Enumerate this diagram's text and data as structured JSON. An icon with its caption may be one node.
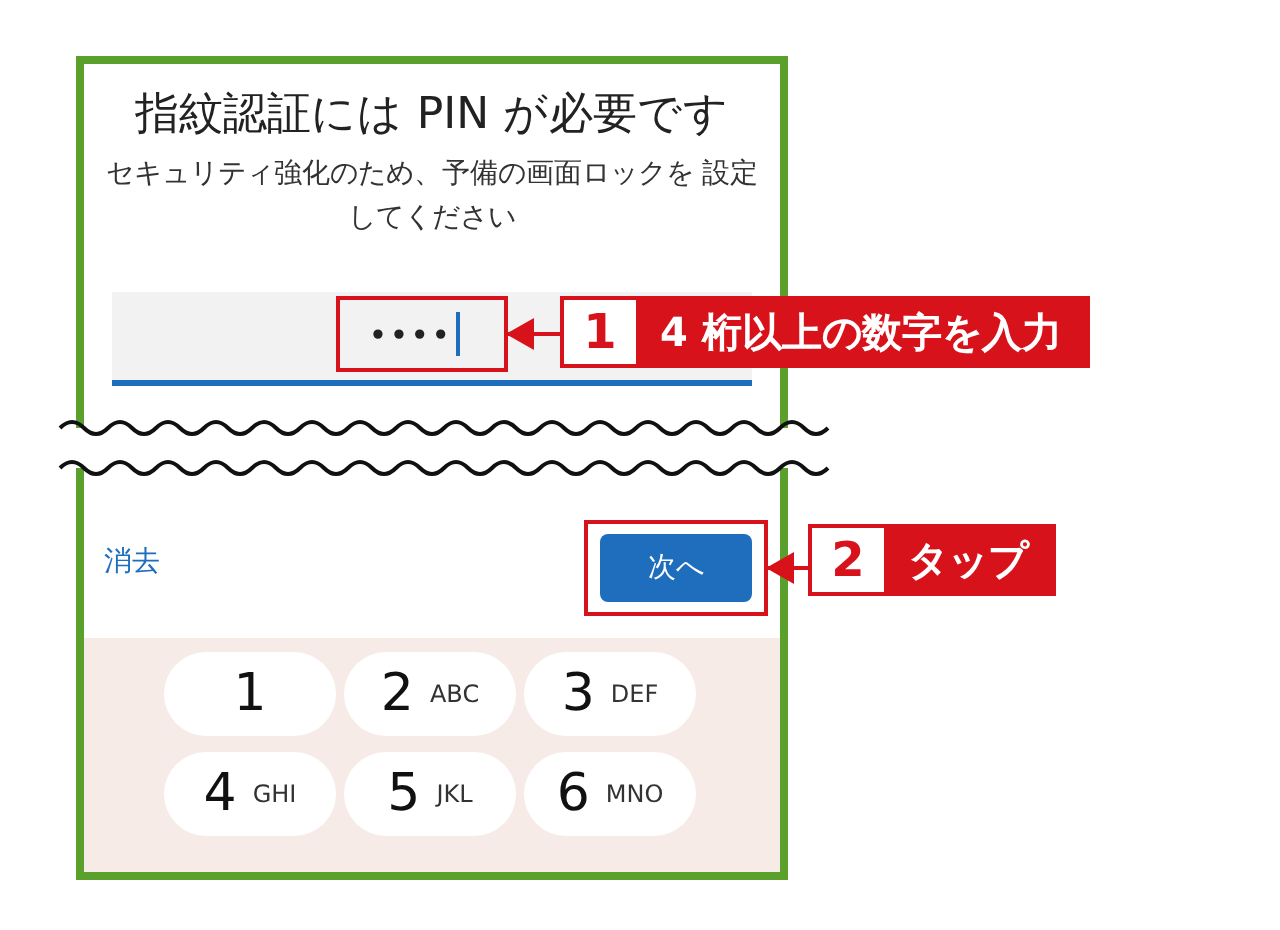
{
  "diagram": {
    "nodes": [
      {
        "text": [
          "••••"
        ]
      },
      {
        "text": [
          "1",
          "4 桁以上の数字を入力"
        ]
      },
      {
        "text": [
          "次へ"
        ]
      },
      {
        "text": [
          "2",
          "タップ"
        ]
      }
    ],
    "edges": [
      {
        "from": 1,
        "to": 0,
        "arrow": "to"
      },
      {
        "from": 3,
        "to": 2,
        "arrow": "to"
      }
    ],
    "labels": [
      "指紋認証には PIN が必要です",
      "セキュリティ強化のため、予備の画面ロックを 設定してください",
      "消去",
      "1",
      "2",
      "ABC",
      "3",
      "DEF",
      "4",
      "GHI",
      "5",
      "JKL",
      "6",
      "MNO"
    ]
  }
}
